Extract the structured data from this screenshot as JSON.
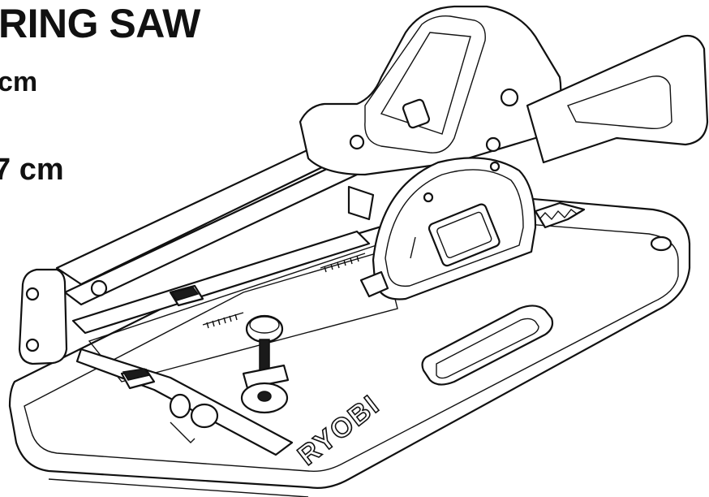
{
  "title": "RING SAW",
  "specs": [
    {
      "text": "cm"
    },
    {
      "text": "7 cm"
    }
  ],
  "brand": "RYOBI",
  "colors": {
    "ink": "#111111",
    "paper": "#ffffff"
  }
}
